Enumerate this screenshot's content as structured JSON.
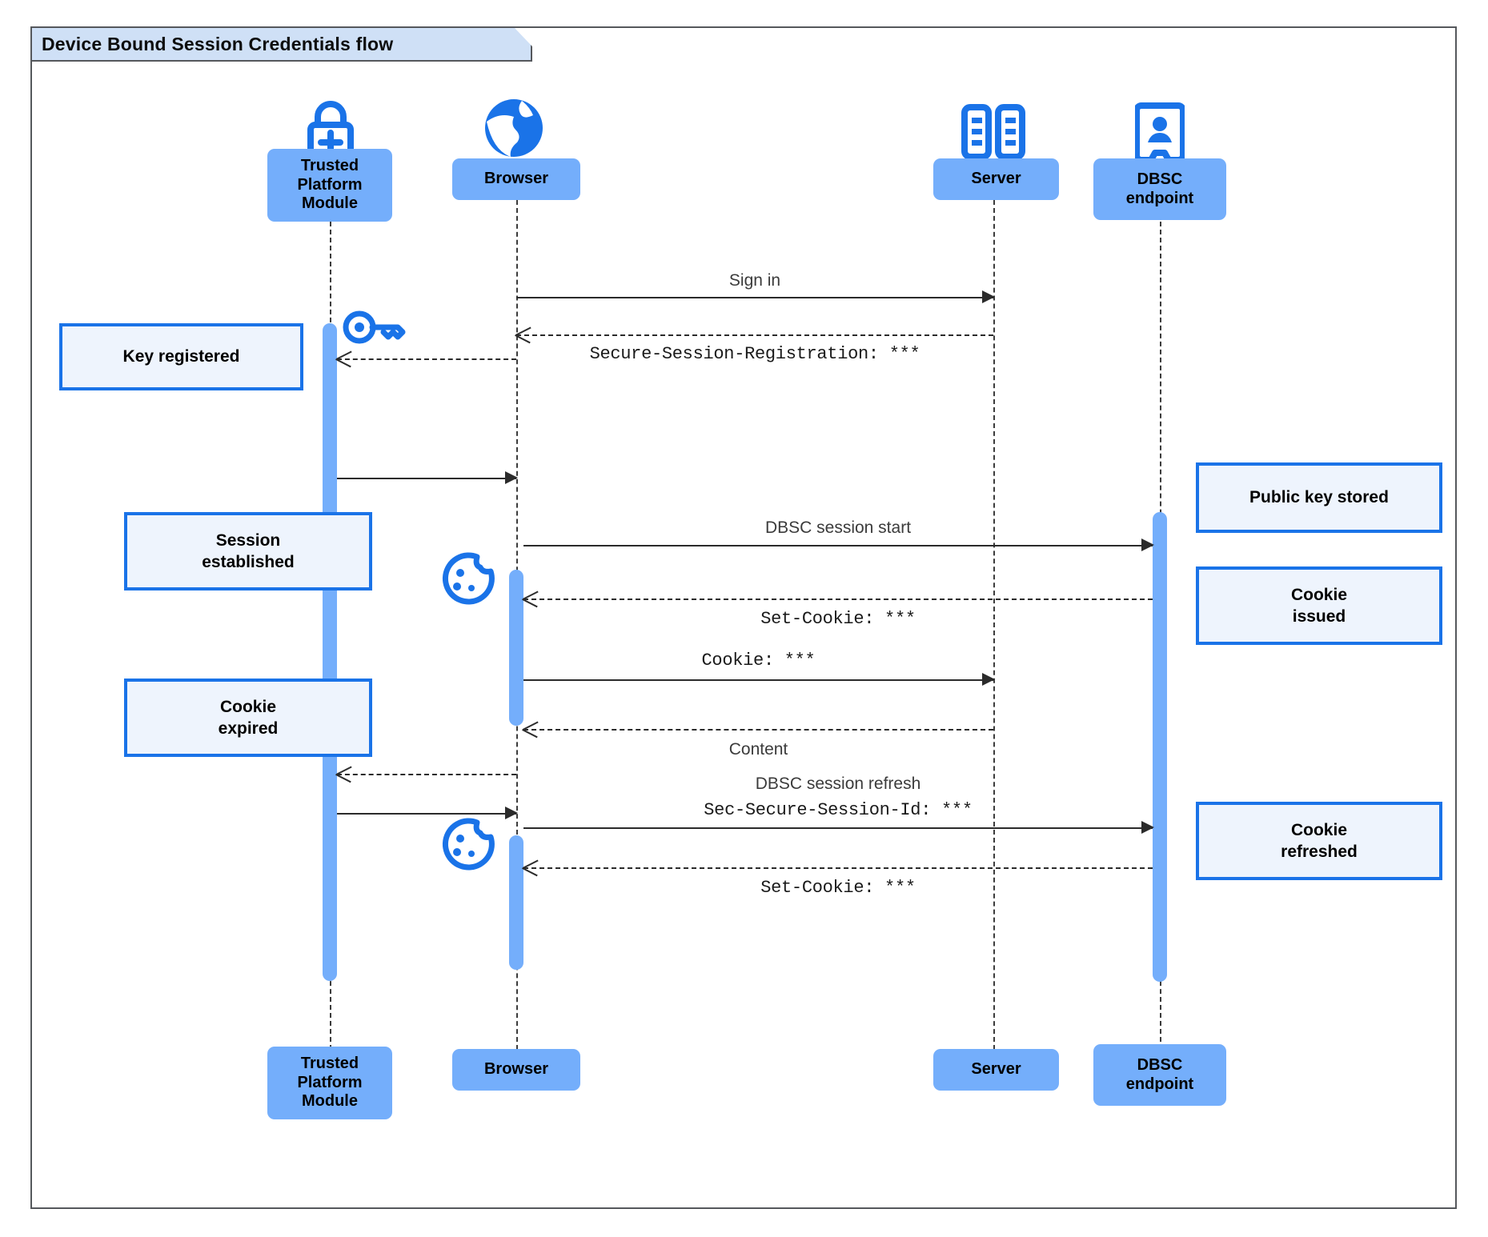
{
  "diagram": {
    "title": "Device Bound Session Credentials flow",
    "type": "uml-sequence-diagram",
    "colors": {
      "participant_fill": "#74aefb",
      "note_fill": "#eef4fd",
      "note_border": "#1a73e8",
      "activation_fill": "#74aefb",
      "icon_blue": "#1a73e8",
      "title_fill": "#cfe0f6",
      "frame_border": "#55585c"
    }
  },
  "participants": [
    {
      "id": "tpm",
      "label": "Trusted\nPlatform\nModule",
      "label_line1": "Trusted",
      "label_line2": "Platform",
      "label_line3": "Module",
      "icon": "lock-plus-icon"
    },
    {
      "id": "browser",
      "label": "Browser",
      "label_line1": "Browser",
      "icon": "globe-icon"
    },
    {
      "id": "server",
      "label": "Server",
      "label_line1": "Server",
      "icon": "server-rack-icon"
    },
    {
      "id": "dbsc",
      "label": "DBSC\nendpoint",
      "label_line1": "DBSC",
      "label_line2": "endpoint",
      "icon": "id-badge-icon"
    }
  ],
  "messages": [
    {
      "id": "m1",
      "label": "Sign in",
      "style": "sans",
      "line": "solid",
      "from": "browser",
      "to": "server"
    },
    {
      "id": "m2",
      "label": "Secure-Session-Registration: ***",
      "style": "mono",
      "line": "dashed",
      "from": "server",
      "to": "browser"
    },
    {
      "id": "m3",
      "label": "DBSC session start",
      "style": "sans",
      "line": "solid",
      "from": "browser",
      "to": "dbsc"
    },
    {
      "id": "m4",
      "label": "Set-Cookie: ***",
      "style": "mono",
      "line": "dashed",
      "from": "dbsc",
      "to": "browser"
    },
    {
      "id": "m5",
      "label": "Cookie: ***",
      "style": "mono",
      "line": "solid",
      "from": "browser",
      "to": "server"
    },
    {
      "id": "m6",
      "label": "Content",
      "style": "sans",
      "line": "dashed",
      "from": "server",
      "to": "browser"
    },
    {
      "id": "m7a",
      "label": "DBSC session refresh",
      "style": "sans",
      "line": "solid",
      "from": "browser",
      "to": "dbsc"
    },
    {
      "id": "m7b",
      "label": "Sec-Secure-Session-Id: ***",
      "style": "mono",
      "line": "solid",
      "from": "browser",
      "to": "dbsc"
    },
    {
      "id": "m8",
      "label": "Set-Cookie: ***",
      "style": "mono",
      "line": "dashed",
      "from": "dbsc",
      "to": "browser"
    }
  ],
  "notes": [
    {
      "id": "n1",
      "text_line1": "Key registered",
      "text_line2": "",
      "side": "left",
      "anchor": "tpm"
    },
    {
      "id": "n2",
      "text_line1": "Session",
      "text_line2": "established",
      "side": "left",
      "anchor": "tpm"
    },
    {
      "id": "n3",
      "text_line1": "Cookie",
      "text_line2": "expired",
      "side": "left",
      "anchor": "tpm"
    },
    {
      "id": "n4",
      "text_line1": "Public key stored",
      "text_line2": "",
      "side": "right",
      "anchor": "dbsc"
    },
    {
      "id": "n5",
      "text_line1": "Cookie",
      "text_line2": "issued",
      "side": "right",
      "anchor": "dbsc"
    },
    {
      "id": "n6",
      "text_line1": "Cookie",
      "text_line2": "refreshed",
      "side": "right",
      "anchor": "dbsc"
    }
  ],
  "inline_icons": [
    {
      "id": "key1",
      "name": "key-icon",
      "near": "tpm"
    },
    {
      "id": "cookie1",
      "name": "cookie-icon",
      "near": "browser"
    },
    {
      "id": "cookie2",
      "name": "cookie-icon",
      "near": "browser"
    }
  ]
}
